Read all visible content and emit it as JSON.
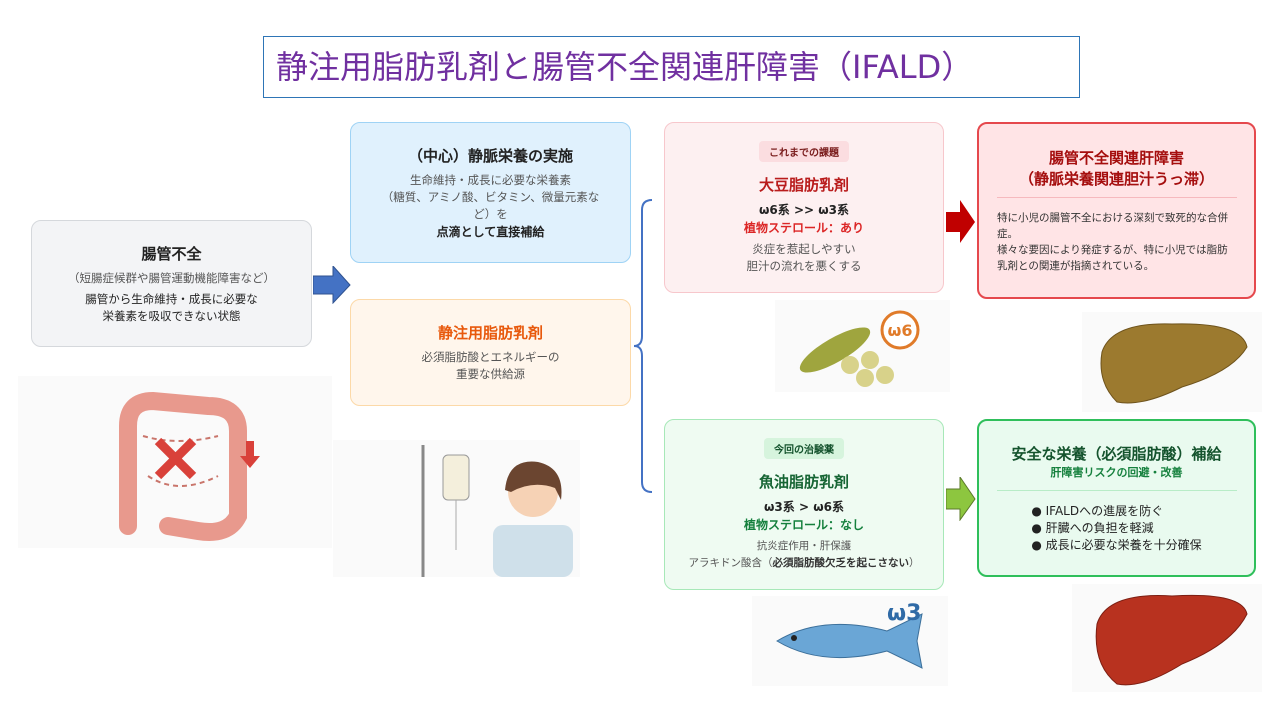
{
  "title": "静注用脂肪乳剤と腸管不全関連肝障害（IFALD）",
  "intestinal_failure": {
    "heading": "腸管不全",
    "sub": "（短腸症候群や腸管運動機能障害など）",
    "desc1": "腸管から生命維持・成長に必要な",
    "desc2": "栄養素を吸収できない状態"
  },
  "parenteral": {
    "heading": "（中心）静脈栄養の実施",
    "line1": "生命維持・成長に必要な栄養素",
    "line2": "（糖質、アミノ酸、ビタミン、微量元素な",
    "line3": "ど）を",
    "bold": "点滴として直接補給"
  },
  "lipid": {
    "heading": "静注用脂肪乳剤",
    "line1": "必須脂肪酸とエネルギーの",
    "line2": "重要な供給源"
  },
  "soy": {
    "tag": "これまでの課題",
    "heading": "大豆脂肪乳剤",
    "ratio": "ω6系 >> ω3系",
    "sterol": "植物ステロール：あり",
    "line1": "炎症を惹起しやすい",
    "line2": "胆汁の流れを悪くする",
    "badge": "ω6"
  },
  "ifald": {
    "heading1": "腸管不全関連肝障害",
    "heading2": "（静脈栄養関連胆汁うっ滞）",
    "p1": "特に小児の腸管不全における深刻で致死的な合併症。",
    "p2": "様々な要因により発症するが、特に小児では脂肪乳剤との関連が指摘されている。"
  },
  "fish": {
    "tag": "今回の治験薬",
    "heading": "魚油脂肪乳剤",
    "ratio": "ω3系 > ω6系",
    "sterol": "植物ステロール：なし",
    "line1": "抗炎症作用・肝保護",
    "line2a": "アラキドン酸含（",
    "line2b": "必須脂肪酸欠乏を起こさない",
    "line2c": "）",
    "badge": "ω3"
  },
  "safe": {
    "heading": "安全な栄養（必須脂肪酸）補給",
    "sub": "肝障害リスクの回避・改善",
    "bullets": [
      "● IFALDへの進展を防ぐ",
      "● 肝臓への負担を軽減",
      "● 成長に必要な栄養を十分確保"
    ]
  },
  "colors": {
    "title": "#7030a0",
    "blue_arrow": "#4472c4",
    "red_arrow": "#c00000",
    "green_arrow": "#8dc63f"
  }
}
